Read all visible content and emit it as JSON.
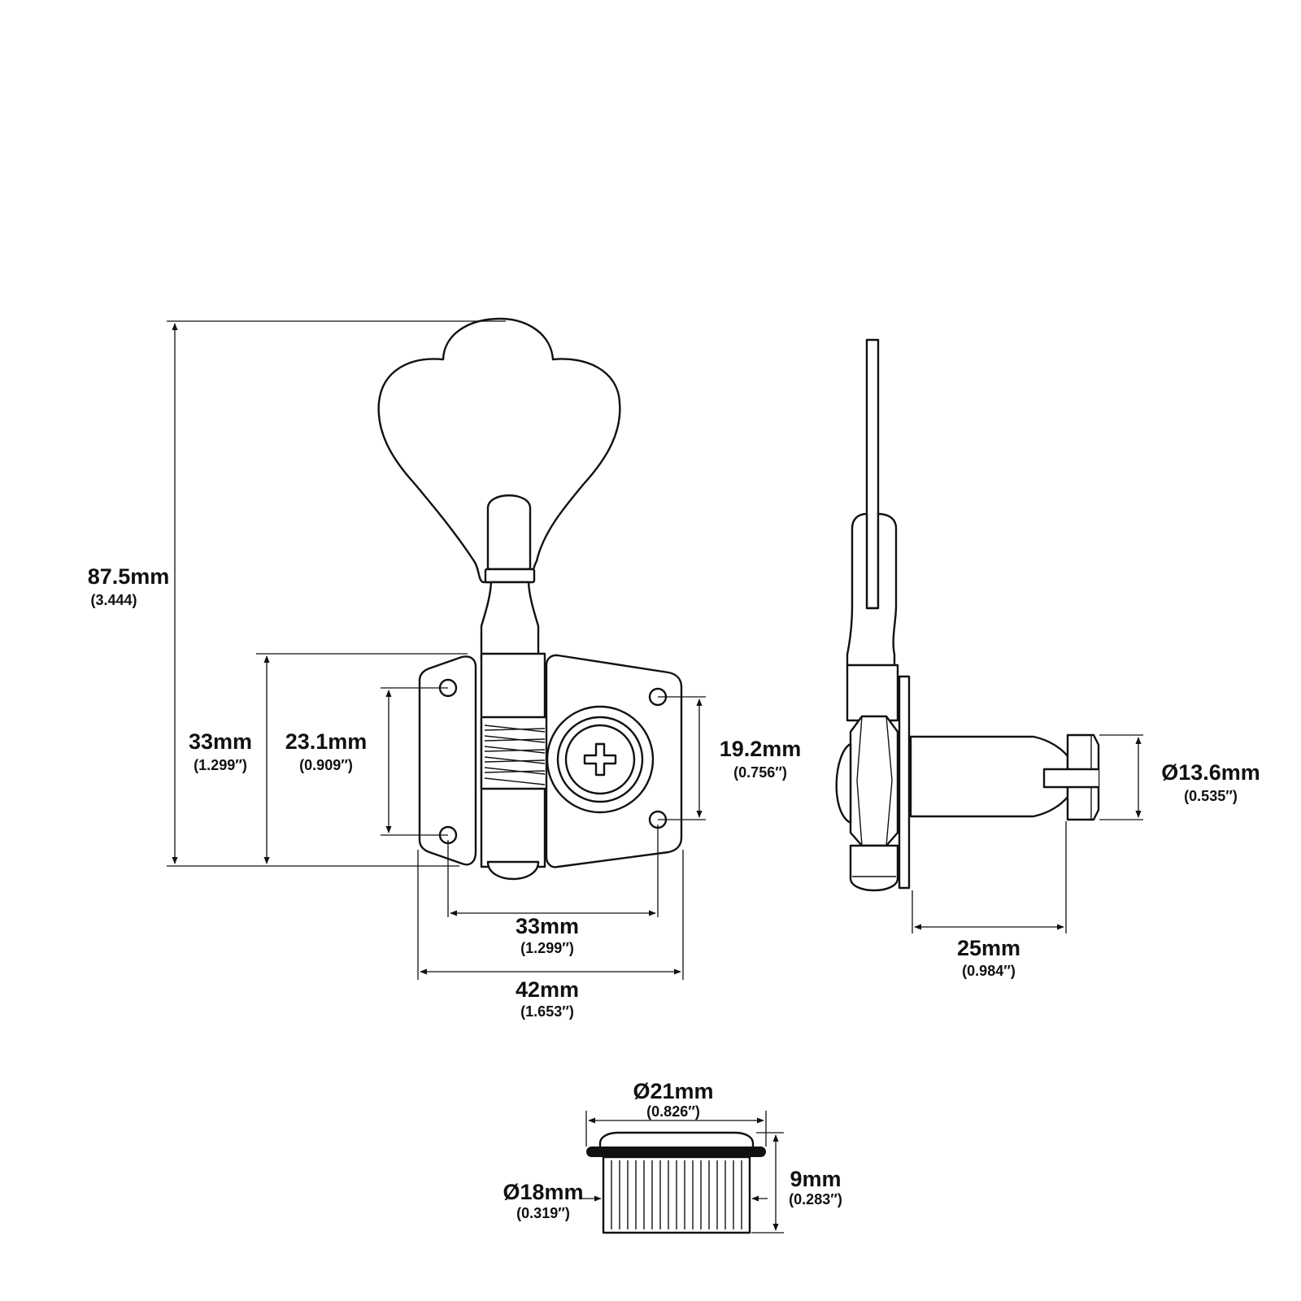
{
  "colors": {
    "line": "#111111",
    "background": "#ffffff"
  },
  "dimensions": {
    "overall_height": {
      "mm": "87.5mm",
      "inch": "(3.444)"
    },
    "plate_height": {
      "mm": "33mm",
      "inch": "(1.299″)"
    },
    "front_hole_spacing_vertical": {
      "mm": "23.1mm",
      "inch": "(0.909″)"
    },
    "rear_hole_spacing_vertical": {
      "mm": "19.2mm",
      "inch": "(0.756″)"
    },
    "hole_spacing_horizontal": {
      "mm": "33mm",
      "inch": "(1.299″)"
    },
    "plate_width": {
      "mm": "42mm",
      "inch": "(1.653″)"
    },
    "post_diameter": {
      "mm": "Ø13.6mm",
      "inch": "(0.535″)"
    },
    "post_length": {
      "mm": "25mm",
      "inch": "(0.984″)"
    },
    "bushing_top_diameter": {
      "mm": "Ø21mm",
      "inch": "(0.826″)"
    },
    "bushing_body_diameter": {
      "mm": "Ø18mm",
      "inch": "(0.319″)"
    },
    "bushing_height": {
      "mm": "9mm",
      "inch": "(0.283″)"
    }
  }
}
